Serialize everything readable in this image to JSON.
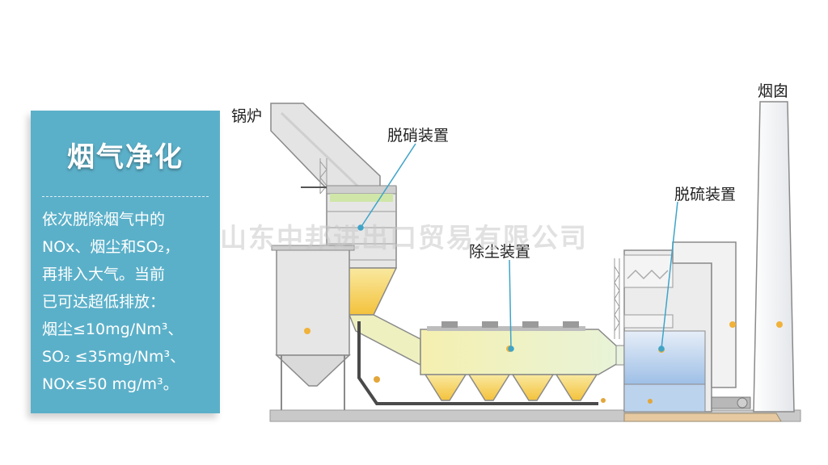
{
  "panel": {
    "title": "烟气净化",
    "lines": [
      "依次脱除烟气中的",
      "NOx、烟尘和SO₂，",
      "再排入大气。当前",
      "已可达超低排放：",
      "烟尘≤10mg/Nm³、",
      "SO₂ ≤35mg/Nm³、",
      "NOx≤50 mg/m³。"
    ]
  },
  "labels": {
    "boiler": "锅炉",
    "denitrification": "脱硝装置",
    "dust_removal": "除尘装置",
    "desulfurization": "脱硫装置",
    "chimney": "烟囱"
  },
  "watermark": "山东中邦进出口贸易有限公司",
  "colors": {
    "panel": "#5bb0c9",
    "equipment": "#e6e6e6",
    "outline": "#8a8a8a",
    "flue_gas_yellow": "#f6c94a",
    "flue_gas_light": "#eef4c8",
    "water_blue": "#a9c7ea",
    "pointer": "#3fa4c8"
  }
}
